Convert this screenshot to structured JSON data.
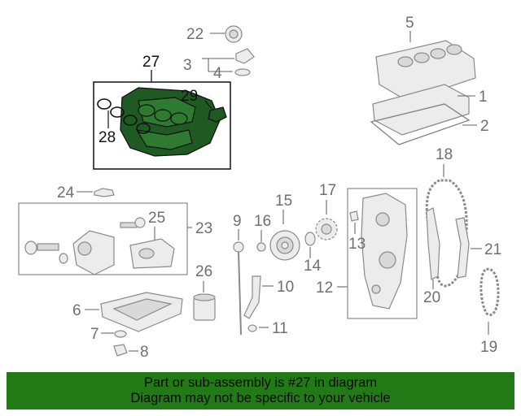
{
  "banner": {
    "line1": "Part or sub-assembly is #27 in diagram",
    "line2": "Diagram may not be specific to your vehicle"
  },
  "callouts": {
    "c1": "1",
    "c2": "2",
    "c3": "3",
    "c4": "4",
    "c5": "5",
    "c6": "6",
    "c7": "7",
    "c8": "8",
    "c9": "9",
    "c10": "10",
    "c11": "11",
    "c12": "12",
    "c13": "13",
    "c14": "14",
    "c15": "15",
    "c16": "16",
    "c17": "17",
    "c18": "18",
    "c19": "19",
    "c20": "20",
    "c21": "21",
    "c22": "22",
    "c23": "23",
    "c24": "24",
    "c25": "25",
    "c26": "26",
    "c27": "27",
    "c28": "28",
    "c29": "29"
  },
  "colors": {
    "highlight_part": "#1f5a22",
    "banner": "#217a16",
    "line_art": "#808080"
  }
}
